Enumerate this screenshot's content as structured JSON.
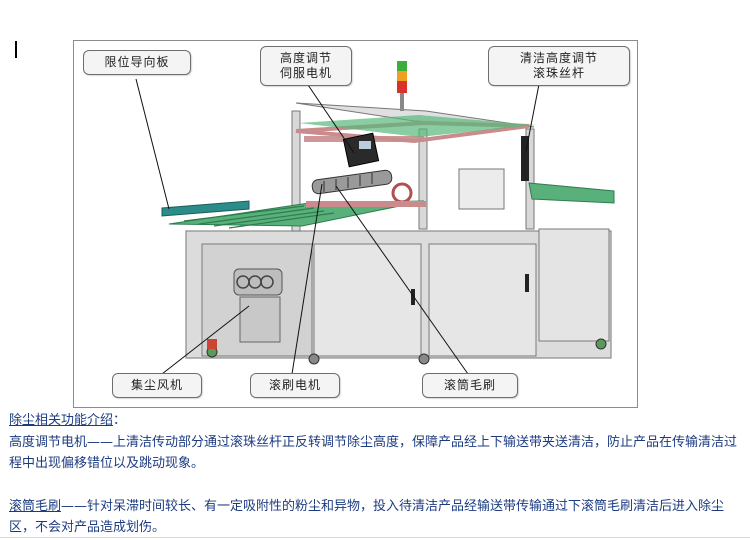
{
  "callouts": {
    "limit_guide_plate": "限位导向板",
    "height_servo_line1": "高度调节",
    "height_servo_line2": "伺服电机",
    "clean_height_line1": "清洁高度调节",
    "clean_height_line2": "滚珠丝杆",
    "dust_fan": "集尘风机",
    "brush_motor": "滚刷电机",
    "roller_brush": "滚筒毛刷"
  },
  "description": {
    "heading": "除尘相关功能介绍",
    "heading_colon": "：",
    "para1_term": "高度调节电机",
    "para1_body": "——上清洁传动部分通过滚珠丝杆正反转调节除尘高度，保障产品经上下输送带夹送清洁，防止产品在传输清洁过程中出现偏移错位以及跳动现象。",
    "para2_term": "滚筒毛刷",
    "para2_body": "——针对呆滞时间较长、有一定吸附性的粉尘和异物，投入待清洁产品经输送带传输通过下滚筒毛刷清洁后进入除尘区，不会对产品造成划伤。"
  },
  "colors": {
    "text_blue": "#1c3b80",
    "conveyor_green": "#3aa96a",
    "rail_pink": "#c98b8b",
    "machine_grey": "#d9d9d9",
    "beacon_red": "#d9312b",
    "beacon_amber": "#f0a020",
    "beacon_green": "#3cae3c"
  }
}
